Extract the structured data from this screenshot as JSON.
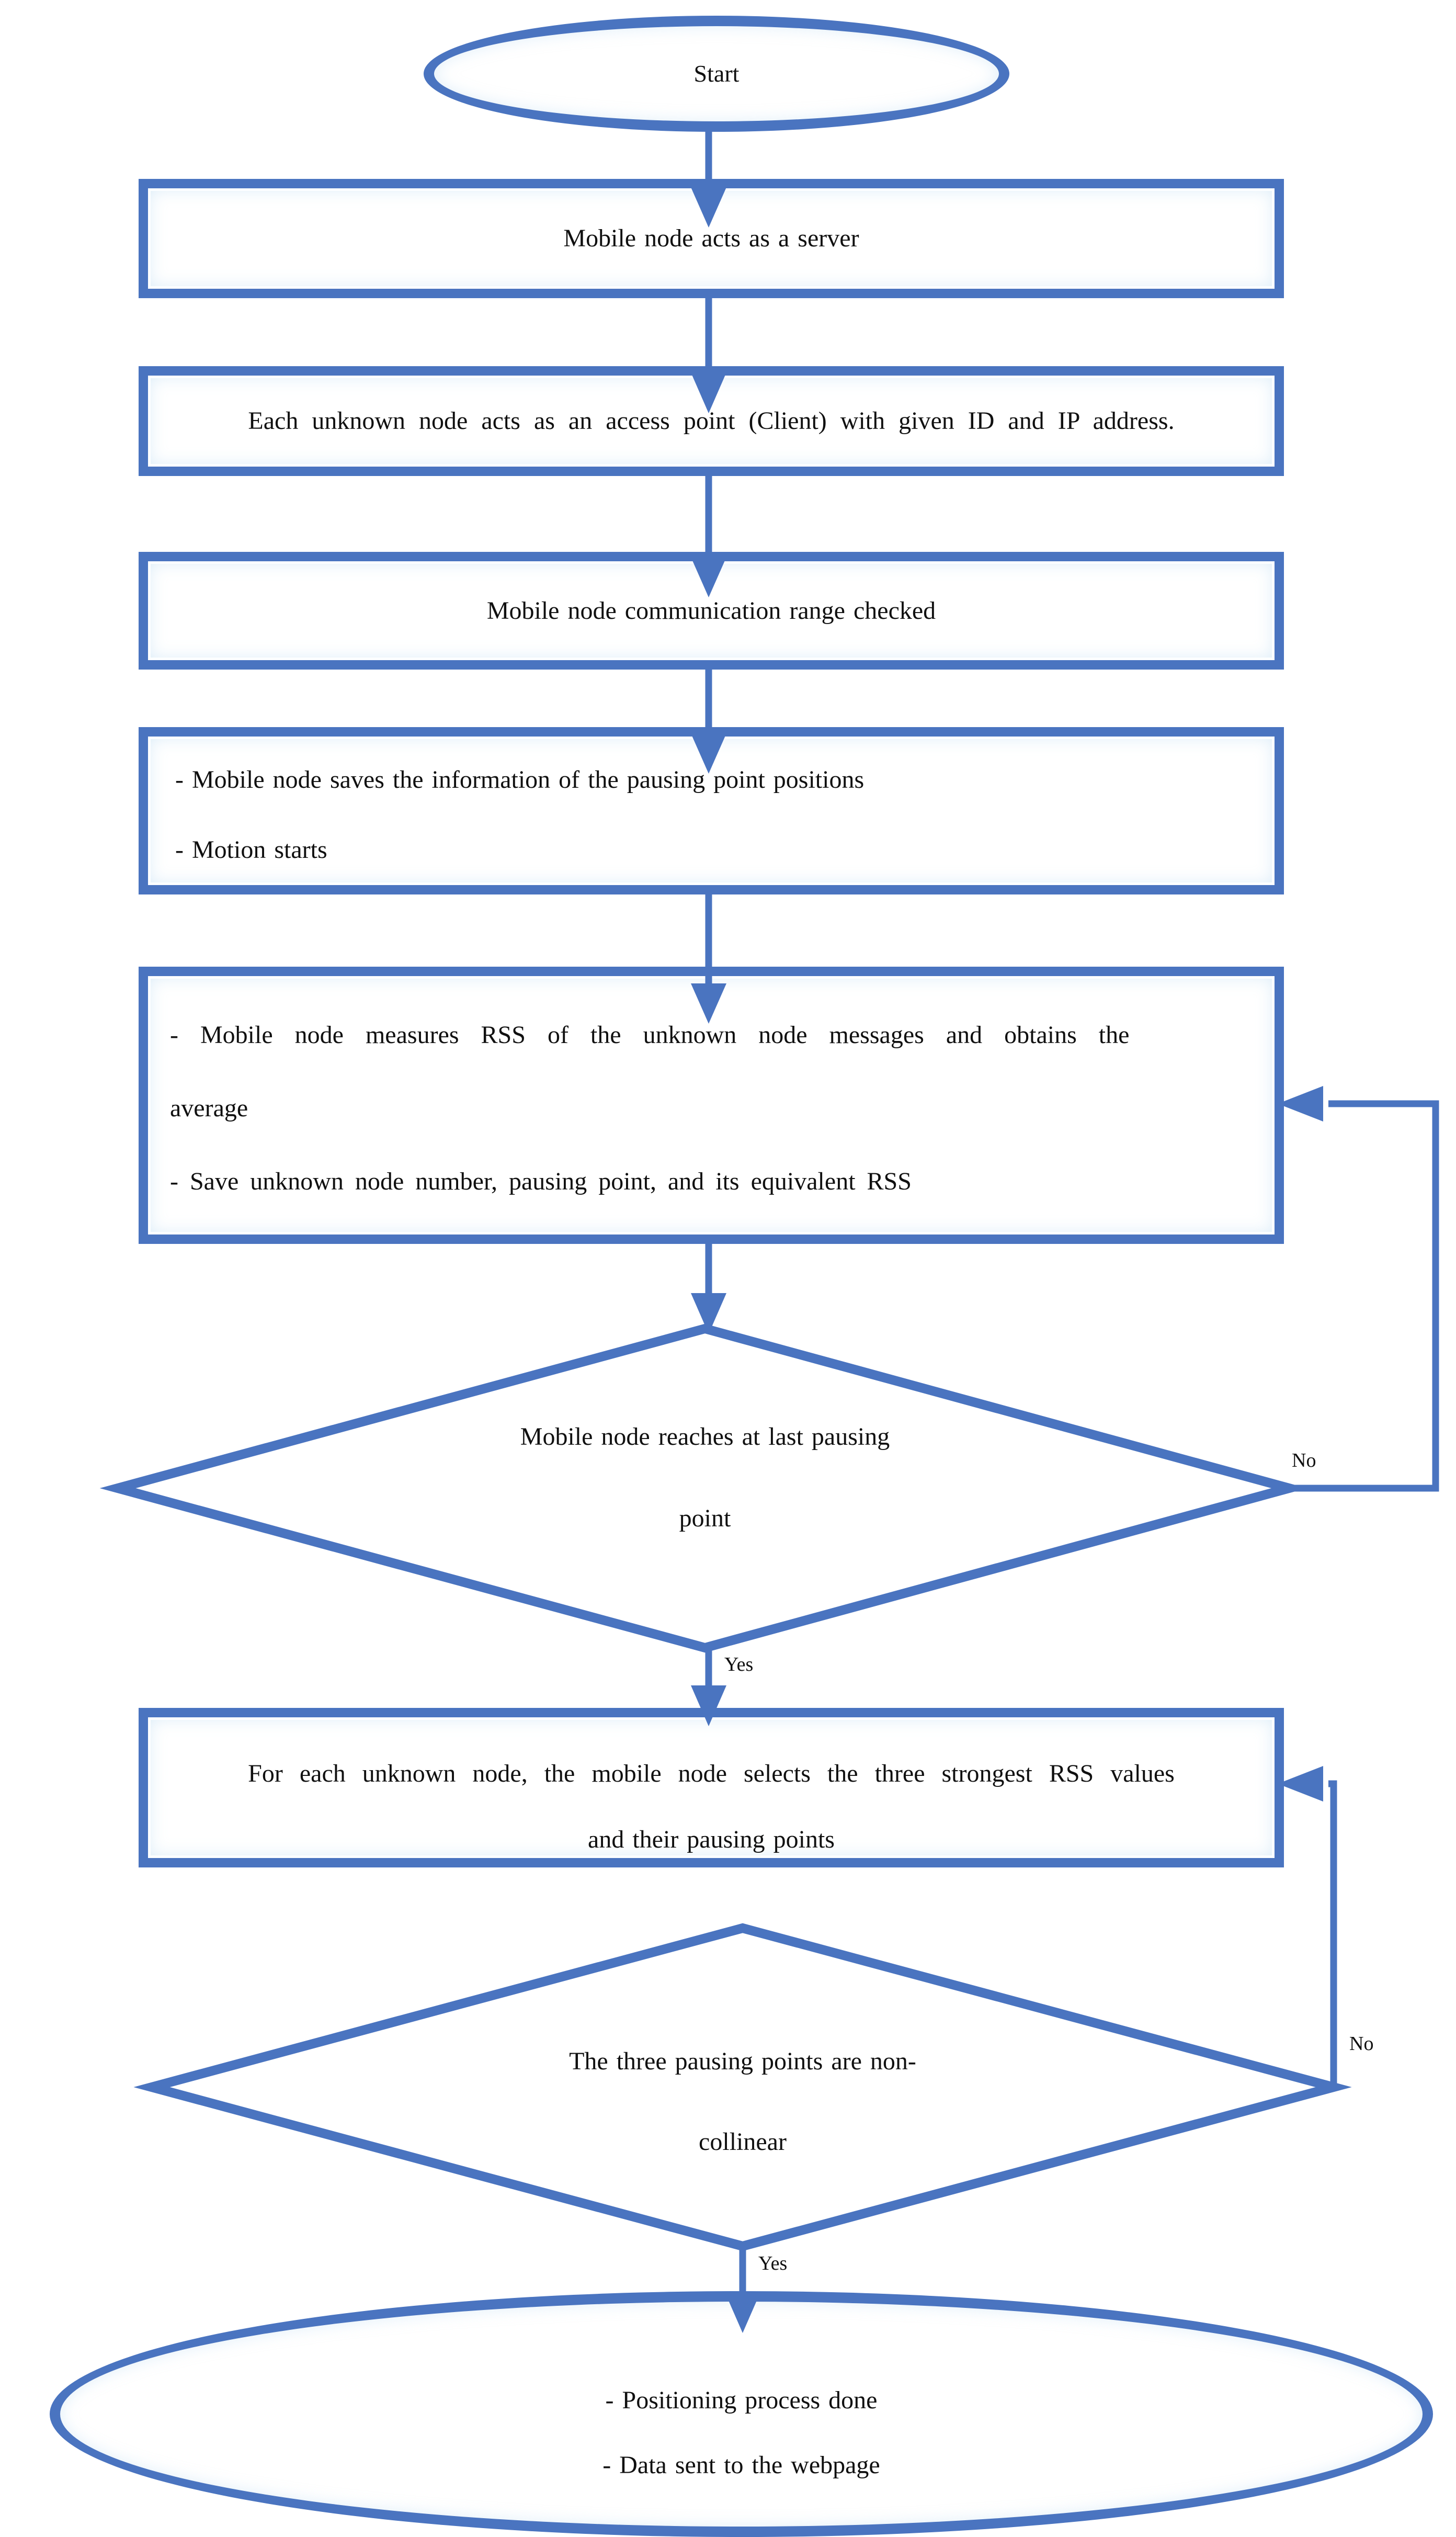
{
  "figure": {
    "type": "flowchart",
    "accent_color": "#4a74c0",
    "text_color": "#101010",
    "nodes": {
      "start": {
        "shape": "terminator",
        "label": "Start"
      },
      "server": {
        "shape": "process",
        "lines": [
          "Mobile node acts as a server"
        ]
      },
      "access_point": {
        "shape": "process",
        "lines": [
          "Each unknown node acts as an access point (Client) with given ID and IP address."
        ]
      },
      "range_check": {
        "shape": "process",
        "lines": [
          "Mobile node communication range checked"
        ]
      },
      "save_positions": {
        "shape": "process",
        "lines": [
          "- Mobile node saves the information of the pausing point positions",
          "- Motion starts"
        ]
      },
      "measure_rss": {
        "shape": "process",
        "lines": [
          "- Mobile node measures RSS of the unknown node messages and obtains the",
          "average",
          "- Save unknown node number, pausing point, and its equivalent RSS"
        ]
      },
      "last_pausing_point": {
        "shape": "decision",
        "lines": [
          "Mobile node reaches at last pausing",
          "point"
        ]
      },
      "select_strongest": {
        "shape": "process",
        "lines": [
          "For each unknown node, the mobile node selects the three strongest RSS values",
          "and their pausing points"
        ]
      },
      "non_collinear": {
        "shape": "decision",
        "lines": [
          "The three pausing points are non-",
          "collinear"
        ]
      },
      "done": {
        "shape": "terminator",
        "lines": [
          "- Positioning process done",
          "- Data sent to the webpage"
        ]
      }
    },
    "edge_labels": {
      "yes_1": "Yes",
      "no_1": "No",
      "yes_2": "Yes",
      "no_2": "No"
    }
  }
}
